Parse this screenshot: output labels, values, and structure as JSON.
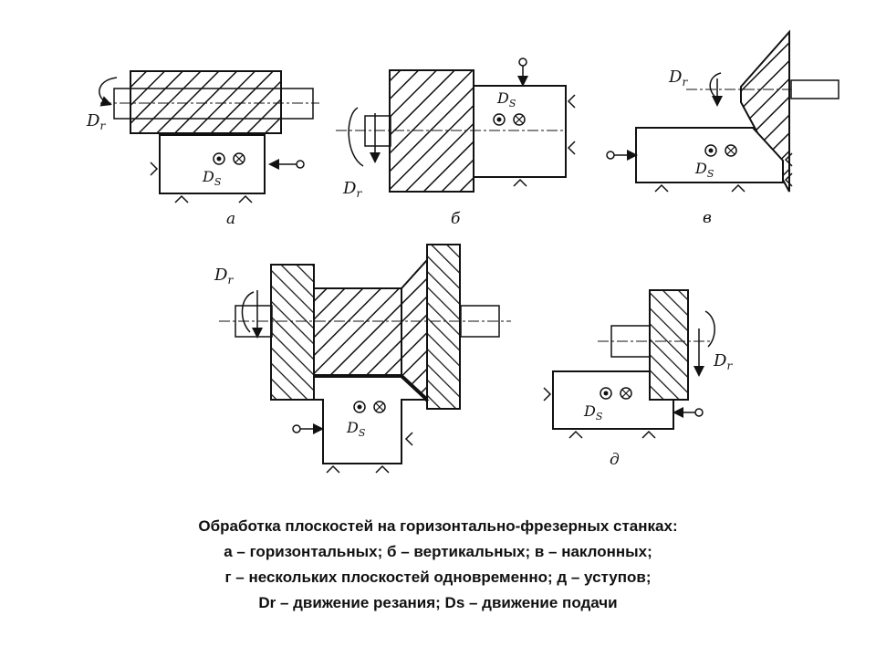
{
  "labels": {
    "rotation": "D",
    "rotation_sub": "r",
    "feed": "D",
    "feed_sub": "S"
  },
  "figures": [
    {
      "letter": "а"
    },
    {
      "letter": "б"
    },
    {
      "letter": "в"
    },
    {
      "letter": "д"
    }
  ],
  "caption": {
    "line1": "Обработка плоскостей на горизонтально-фрезерных станках:",
    "line2": "а – горизонтальных; б – вертикальных; в – наклонных;",
    "line3": "г – нескольких плоскостей одновременно; д – уступов;",
    "line4": "Dr – движение резания; Ds – движение подачи"
  },
  "colors": {
    "ink": "#111111",
    "background": "#ffffff"
  }
}
